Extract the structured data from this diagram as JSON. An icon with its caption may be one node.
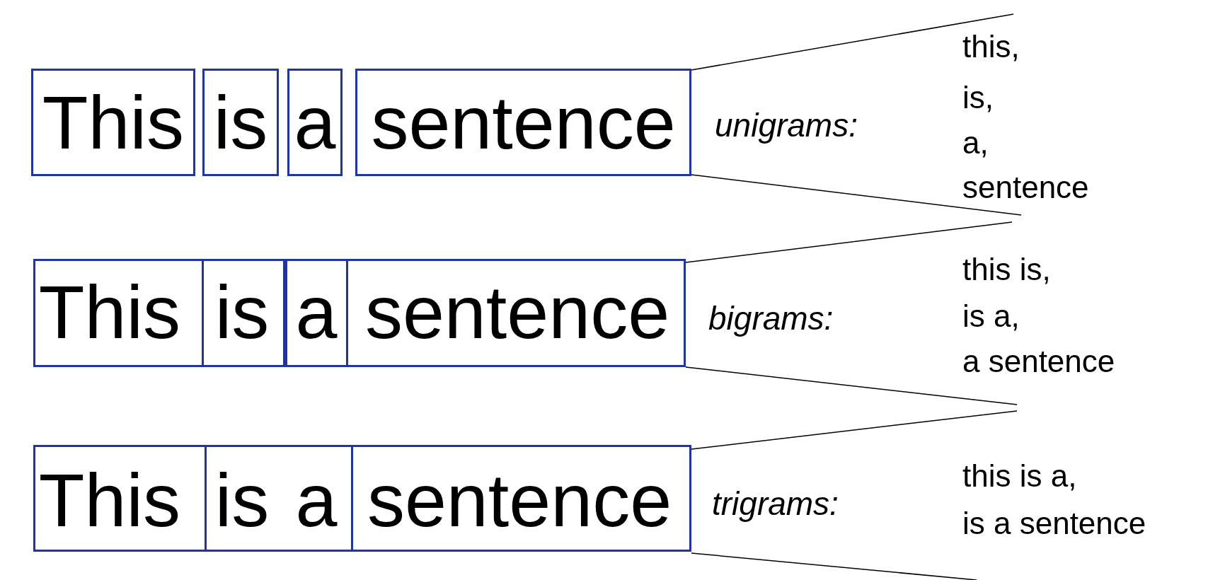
{
  "diagram": {
    "nodes": [
      {
        "text": [
          "This"
        ]
      },
      {
        "text": [
          "is"
        ]
      },
      {
        "text": [
          "a"
        ]
      },
      {
        "text": [
          "sentence"
        ]
      },
      {
        "text": [],
        "shape": "box"
      },
      {
        "text": [],
        "shape": "box"
      },
      {
        "text": [],
        "shape": "box"
      },
      {
        "text": [],
        "shape": "box"
      },
      {
        "text": [],
        "shape": "box"
      }
    ],
    "edges": [],
    "labels": [
      "unigrams:",
      "this,",
      "is,",
      "a,",
      "sentence",
      "This",
      "is",
      "a",
      "sentence",
      "bigrams:",
      "this is,",
      "is a,",
      "a sentence",
      "This",
      "is",
      "a",
      "sentence",
      "trigrams:",
      "this is a,",
      "is a sentence"
    ]
  }
}
